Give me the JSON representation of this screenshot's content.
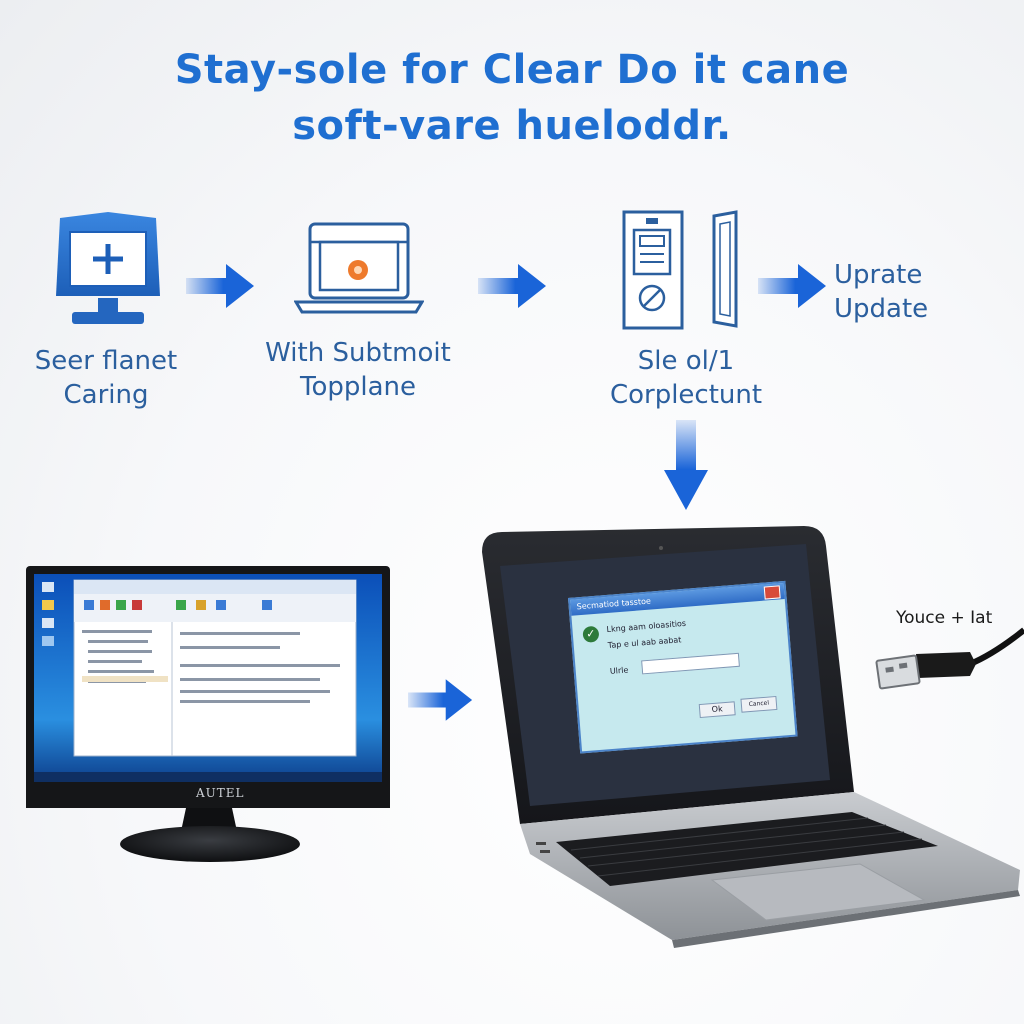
{
  "title": {
    "line1": "Stay-sole for Clear Do it cane",
    "line2": "soft-vare hueloddr."
  },
  "steps": [
    {
      "icon": "computer-plus-icon",
      "line1": "Seer flanet",
      "line2": "Caring"
    },
    {
      "icon": "laptop-record-icon",
      "line1": "With Subtmoit",
      "line2": "Topplane"
    },
    {
      "icon": "device-panels-icon",
      "line1": "Sle ol/1",
      "line2": "Corplectunt"
    },
    {
      "icon": "update-icon",
      "line1": "Uprate",
      "line2": "Update"
    }
  ],
  "monitor": {
    "brand": "AUTEL"
  },
  "laptop_dialog": {
    "title": "Secmatiod tasstoe",
    "line1": "Lkng aam oloasitios",
    "line2": "Tap e ul aab aabat",
    "field_label": "Ulrle",
    "ok_label": "Ok",
    "cancel_label": "Cancel"
  },
  "usb": {
    "label": "Youce + Iat"
  },
  "colors": {
    "accent": "#1f6fd1",
    "label": "#2b5f9e",
    "arrow": "#1a64d8"
  }
}
